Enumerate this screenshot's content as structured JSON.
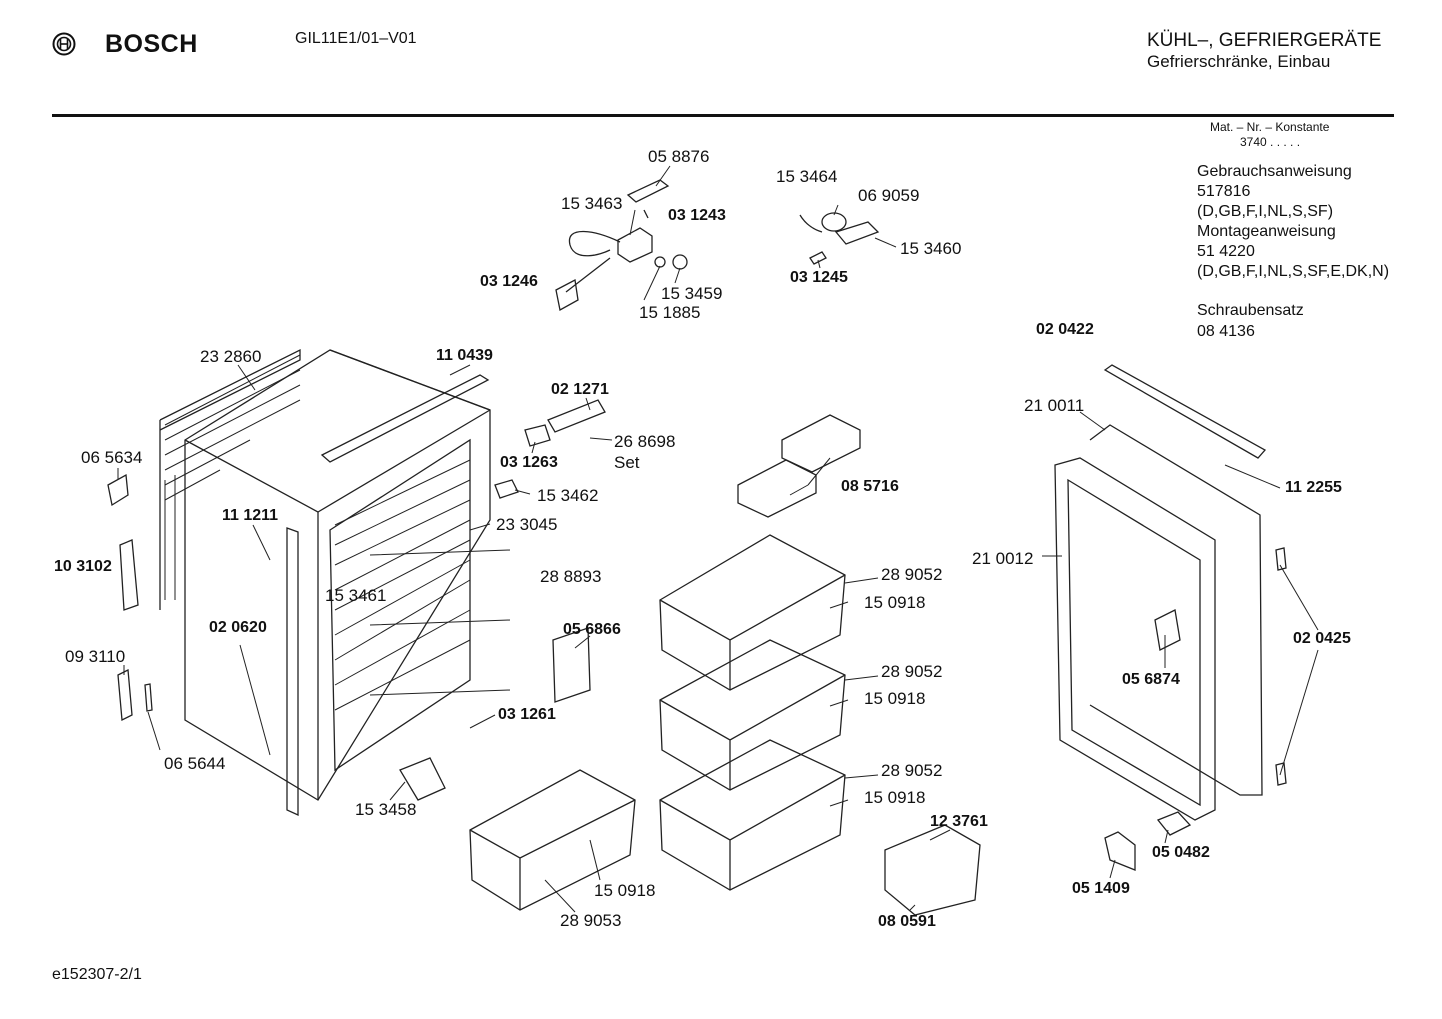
{
  "header": {
    "brand": "BOSCH",
    "model": "GIL11E1/01–V01",
    "category_line1": "KÜHL–, GEFRIERGERÄTE",
    "category_line2": "Gefrierschränke, Einbau"
  },
  "info": {
    "mat_label": "Mat. – Nr. – Konstante",
    "mat_value": "3740 . . . . .",
    "lines": [
      "Gebrauchsanweisung",
      "517816",
      "(D,GB,F,I,NL,S,SF)",
      "Montageanweisung",
      "51 4220",
      "(D,GB,F,I,NL,S,SF,E,DK,N)",
      "",
      "Schraubensatz",
      "08 4136"
    ]
  },
  "parts": [
    {
      "id": "p1",
      "text": "05 8876",
      "bold": false
    },
    {
      "id": "p2",
      "text": "15 3463",
      "bold": false
    },
    {
      "id": "p3",
      "text": "03 1243",
      "bold": true
    },
    {
      "id": "p4",
      "text": "03 1246",
      "bold": true
    },
    {
      "id": "p5",
      "text": "15 3459",
      "bold": false
    },
    {
      "id": "p6",
      "text": "15 1885",
      "bold": false
    },
    {
      "id": "p7",
      "text": "15 3464",
      "bold": false
    },
    {
      "id": "p8",
      "text": "06 9059",
      "bold": false
    },
    {
      "id": "p9",
      "text": "15 3460",
      "bold": false
    },
    {
      "id": "p10",
      "text": "03 1245",
      "bold": true
    },
    {
      "id": "p11",
      "text": "02 0422",
      "bold": true
    },
    {
      "id": "p12",
      "text": "23 2860",
      "bold": false
    },
    {
      "id": "p13",
      "text": "11 0439",
      "bold": true
    },
    {
      "id": "p14",
      "text": "02 1271",
      "bold": true
    },
    {
      "id": "p15",
      "text": "26 8698",
      "bold": false
    },
    {
      "id": "p16",
      "text": "Set",
      "bold": false
    },
    {
      "id": "p17",
      "text": "03 1263",
      "bold": true
    },
    {
      "id": "p18",
      "text": "15 3462",
      "bold": false
    },
    {
      "id": "p19",
      "text": "06 5634",
      "bold": false
    },
    {
      "id": "p20",
      "text": "11 1211",
      "bold": true
    },
    {
      "id": "p21",
      "text": "23 3045",
      "bold": false
    },
    {
      "id": "p22",
      "text": "08 5716",
      "bold": true
    },
    {
      "id": "p23",
      "text": "21 0011",
      "bold": false
    },
    {
      "id": "p24",
      "text": "11 2255",
      "bold": true
    },
    {
      "id": "p25",
      "text": "10 3102",
      "bold": true
    },
    {
      "id": "p26",
      "text": "28 8893",
      "bold": false
    },
    {
      "id": "p27",
      "text": "21 0012",
      "bold": false
    },
    {
      "id": "p28",
      "text": "28 9052",
      "bold": false
    },
    {
      "id": "p29",
      "text": "15 3461",
      "bold": false
    },
    {
      "id": "p30",
      "text": "15 0918",
      "bold": false
    },
    {
      "id": "p31",
      "text": "02 0620",
      "bold": true
    },
    {
      "id": "p32",
      "text": "05 6866",
      "bold": true
    },
    {
      "id": "p33",
      "text": "02 0425",
      "bold": true
    },
    {
      "id": "p34",
      "text": "09 3110",
      "bold": false
    },
    {
      "id": "p35",
      "text": "28 9052",
      "bold": false
    },
    {
      "id": "p36",
      "text": "05 6874",
      "bold": true
    },
    {
      "id": "p37",
      "text": "15 0918",
      "bold": false
    },
    {
      "id": "p38",
      "text": "03 1261",
      "bold": true
    },
    {
      "id": "p39",
      "text": "06 5644",
      "bold": false
    },
    {
      "id": "p40",
      "text": "28 9052",
      "bold": false
    },
    {
      "id": "p41",
      "text": "15 0918",
      "bold": false
    },
    {
      "id": "p42",
      "text": "15 3458",
      "bold": false
    },
    {
      "id": "p43",
      "text": "12 3761",
      "bold": true
    },
    {
      "id": "p44",
      "text": "05 0482",
      "bold": true
    },
    {
      "id": "p45",
      "text": "15 0918",
      "bold": false
    },
    {
      "id": "p46",
      "text": "05 1409",
      "bold": true
    },
    {
      "id": "p47",
      "text": "28 9053",
      "bold": false
    },
    {
      "id": "p48",
      "text": "08 0591",
      "bold": true
    }
  ],
  "footer": {
    "code": "e152307-2/1"
  }
}
